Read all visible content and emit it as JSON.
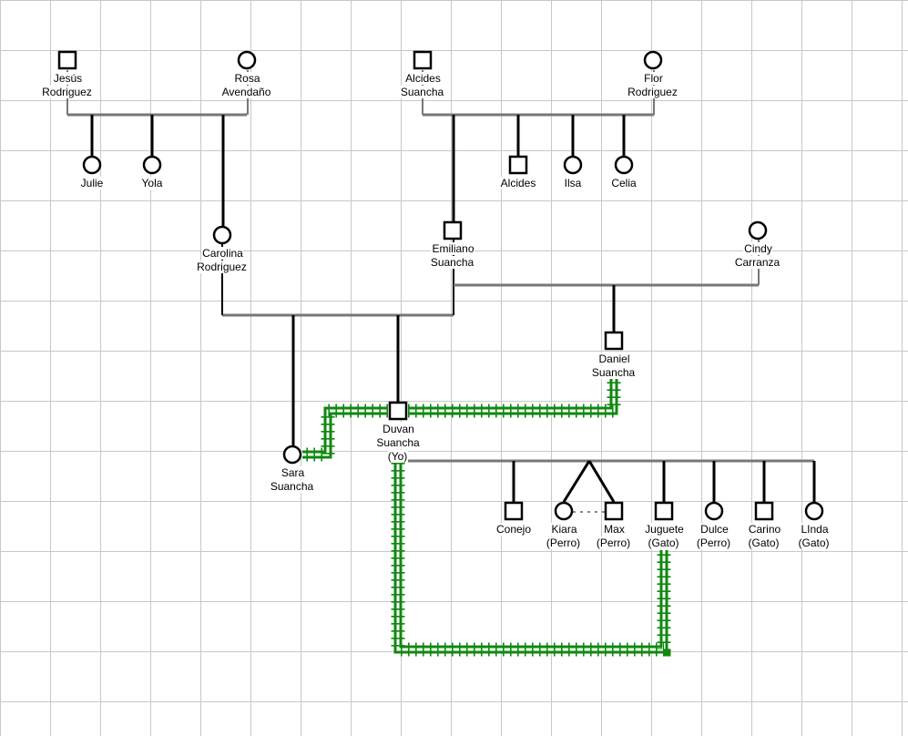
{
  "colors": {
    "line": "#777777",
    "symbol": "#000000",
    "relation": "#118811",
    "grid": "#c8c8c8"
  },
  "people": [
    {
      "id": "jesus",
      "name": "Jesús\nRodriguez",
      "sex": "male"
    },
    {
      "id": "rosa",
      "name": "Rosa\nAvendaño",
      "sex": "female"
    },
    {
      "id": "julie",
      "name": "Julie",
      "sex": "female"
    },
    {
      "id": "yola",
      "name": "Yola",
      "sex": "female"
    },
    {
      "id": "carolina",
      "name": "Carolina\nRodriguez",
      "sex": "female"
    },
    {
      "id": "alcides_sr",
      "name": "Alcides\nSuancha",
      "sex": "male"
    },
    {
      "id": "flor",
      "name": "Flor\nRodriguez",
      "sex": "female"
    },
    {
      "id": "alcides",
      "name": "Alcides",
      "sex": "male"
    },
    {
      "id": "ilsa",
      "name": "Ilsa",
      "sex": "female"
    },
    {
      "id": "celia",
      "name": "Celia",
      "sex": "female"
    },
    {
      "id": "emiliano",
      "name": "Emiliano\nSuancha",
      "sex": "male"
    },
    {
      "id": "cindy",
      "name": "Cindy\nCarranza",
      "sex": "female"
    },
    {
      "id": "daniel",
      "name": "Daniel\nSuancha",
      "sex": "male"
    },
    {
      "id": "duvan",
      "name": "Duvan\nSuancha\n(Yo)",
      "sex": "male"
    },
    {
      "id": "sara",
      "name": "Sara\nSuancha",
      "sex": "female"
    },
    {
      "id": "conejo",
      "name": "Conejo",
      "sex": "male"
    },
    {
      "id": "kiara",
      "name": "Kiara\n(Perro)",
      "sex": "female"
    },
    {
      "id": "max",
      "name": "Max\n(Perro)",
      "sex": "male"
    },
    {
      "id": "juguete",
      "name": "Juguete\n(Gato)",
      "sex": "male"
    },
    {
      "id": "dulce",
      "name": "Dulce\n(Perro)",
      "sex": "female"
    },
    {
      "id": "carino",
      "name": "Carino\n(Gato)",
      "sex": "male"
    },
    {
      "id": "linda",
      "name": "LInda\n(Gato)",
      "sex": "female"
    }
  ]
}
